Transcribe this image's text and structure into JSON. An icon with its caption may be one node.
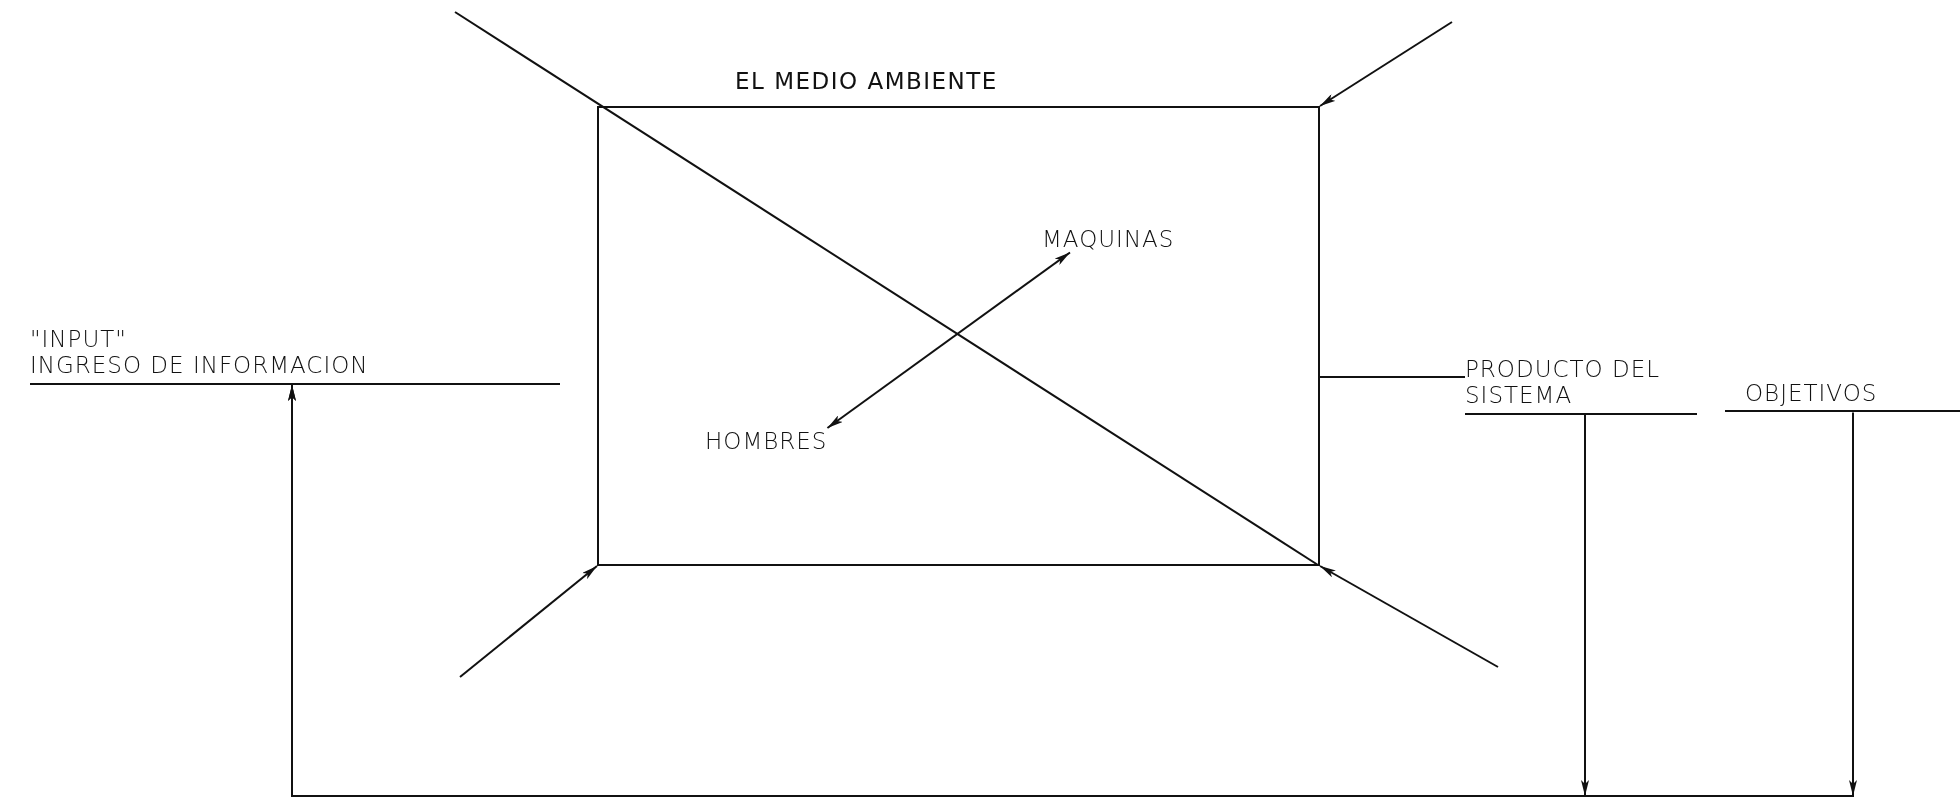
{
  "diagram": {
    "nodes": [
      {
        "text": [],
        "shape": "box"
      },
      {
        "text": [
          "MAQUINAS"
        ],
        "in": 0
      },
      {
        "text": [
          "\"INPUT\"",
          "INGRESO DE INFORMACION"
        ]
      },
      {
        "text": [
          "HOMBRES"
        ],
        "in": 0
      },
      {
        "text": [
          "PRODUCTO DEL SISTEMA"
        ]
      },
      {
        "text": [
          "OBJETIVOS"
        ]
      }
    ],
    "edges": [
      {
        "from": 3,
        "to": 1,
        "arrow": "both"
      },
      {
        "from": null,
        "to": 0,
        "arrow": "to"
      },
      {
        "from": null,
        "to": 0,
        "arrow": "to"
      },
      {
        "from": null,
        "to": 0,
        "arrow": "to"
      },
      {
        "from": 0,
        "to": 4,
        "arrow": "none"
      },
      {
        "from": 4,
        "to": 2,
        "arrow": "to"
      },
      {
        "from": 5,
        "to": 2,
        "arrow": "to"
      }
    ],
    "labels": [
      "EL MEDIO AMBIENTE"
    ]
  }
}
